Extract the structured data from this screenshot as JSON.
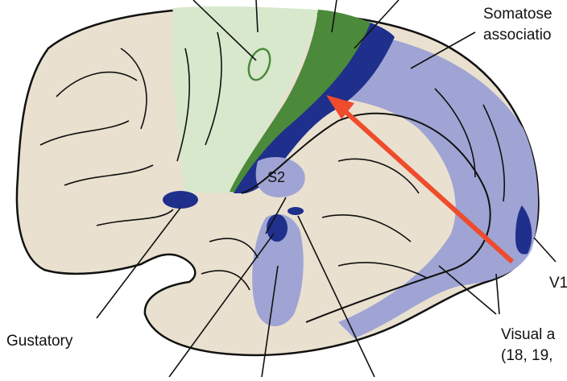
{
  "labels": {
    "somatosensory_line1": "Somatose",
    "somatosensory_line2": "associatio",
    "s2": "S2",
    "v1": "V1",
    "gustatory": "Gustatory",
    "visual_line1": "Visual a",
    "visual_line2": "(18, 19,"
  },
  "colors": {
    "brain_fill": "#e9e0cf",
    "motor_light_green": "#d8e8cc",
    "somatosensory_green": "#4a8a3a",
    "primary_blue": "#1f2f8c",
    "association_blue": "#9fa4d4",
    "arrow_red": "#ef4b2c",
    "outline": "#111111"
  }
}
